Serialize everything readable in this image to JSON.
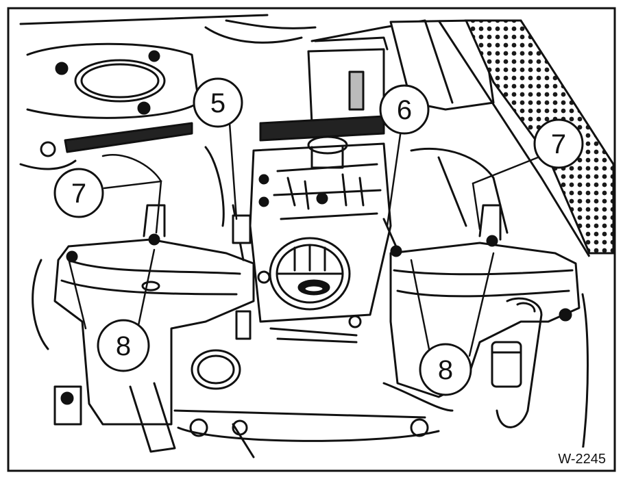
{
  "figure": {
    "id_label": "W-2245",
    "ink_color": "#111111",
    "paper_color": "#ffffff"
  },
  "callouts": [
    {
      "key": "c5",
      "label": "5"
    },
    {
      "key": "c6",
      "label": "6"
    },
    {
      "key": "c7_left",
      "label": "7"
    },
    {
      "key": "c7_right",
      "label": "7"
    },
    {
      "key": "c8_left",
      "label": "8"
    },
    {
      "key": "c8_right",
      "label": "8"
    }
  ]
}
